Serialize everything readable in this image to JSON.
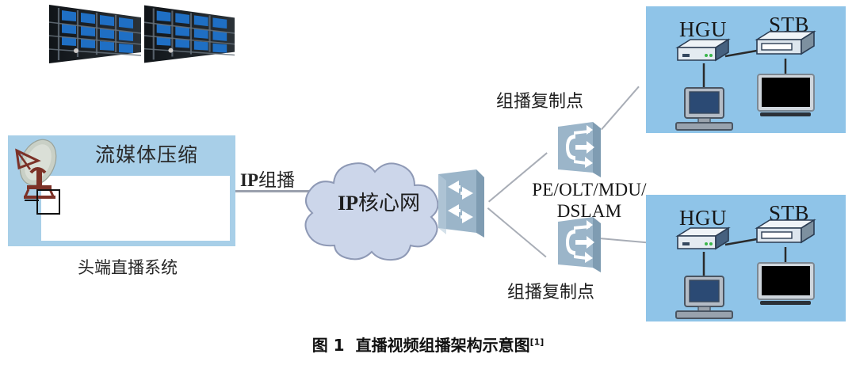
{
  "figure": {
    "number": "图 1",
    "title": "直播视频组播架构示意图",
    "reference": "[1]"
  },
  "headend": {
    "title": "流媒体压缩",
    "caption": "头端直播系统",
    "icons": [
      "satellite-dish-icon",
      "server-rack-icon",
      "server-rack-icon"
    ],
    "panel_color": "#a8cfe8"
  },
  "links": {
    "ip_multicast_label": "IP组播",
    "ip_multicast_label_latin": "IP",
    "ip_multicast_label_cjk": "组播"
  },
  "core_network": {
    "label": "IP核心网",
    "label_latin": "IP",
    "label_cjk": "核心网",
    "cloud_fill": "#ccd6ea",
    "cloud_stroke": "#8e99b5",
    "router_icon": "router-icon",
    "router_arrow_count": 4
  },
  "replication_points": [
    {
      "label": "组播复制点",
      "icon": "multicast-replication-icon",
      "position": "top"
    },
    {
      "label": "组播复制点",
      "icon": "multicast-replication-icon",
      "position": "bottom"
    }
  ],
  "access_nodes": {
    "label_line1": "PE/OLT/MDU/",
    "label_line2": "DSLAM"
  },
  "home_networks": [
    {
      "position": "top",
      "hgu_label": "HGU",
      "stb_label": "STB",
      "devices": [
        "hgu-icon",
        "stb-icon",
        "pc-monitor-icon",
        "tv-icon"
      ],
      "panel_color": "#8fc4e8"
    },
    {
      "position": "bottom",
      "hgu_label": "HGU",
      "stb_label": "STB",
      "devices": [
        "hgu-icon",
        "stb-icon",
        "pc-monitor-icon",
        "tv-icon"
      ],
      "panel_color": "#8fc4e8"
    }
  ]
}
